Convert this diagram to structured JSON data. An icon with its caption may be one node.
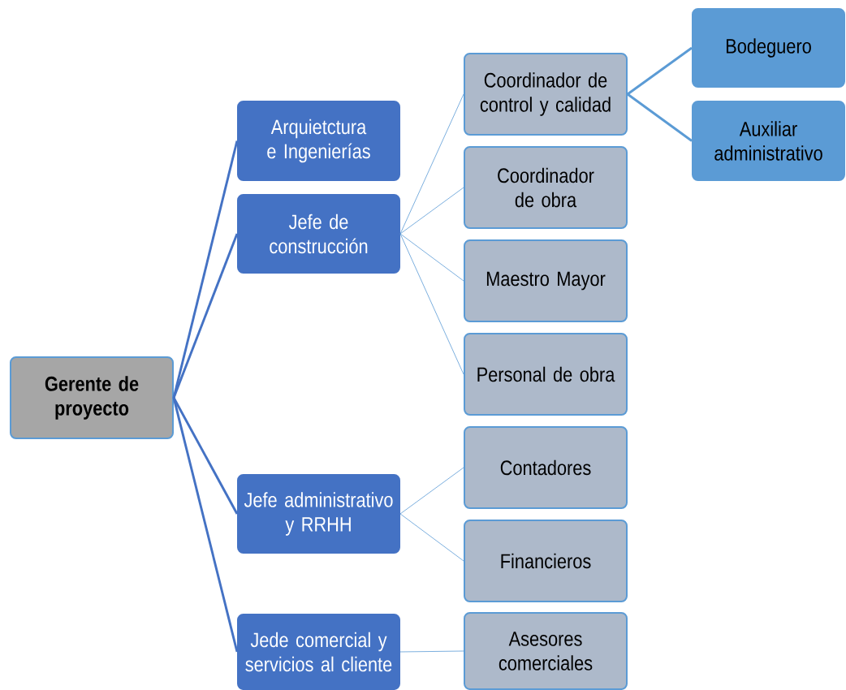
{
  "diagram": {
    "nodes": [
      {
        "text": [
          "Gerente de proyecto"
        ]
      },
      {
        "text": [
          "Arquietctura e Ingenierías"
        ]
      },
      {
        "text": [
          "Jefe de construcción"
        ]
      },
      {
        "text": [
          "Coordinador de control y calidad"
        ]
      },
      {
        "text": [
          "Bodeguero"
        ]
      },
      {
        "text": [
          "Auxiliar administrativo"
        ]
      },
      {
        "text": [
          "Coordinador de obra"
        ]
      },
      {
        "text": [
          "Maestro Mayor"
        ]
      },
      {
        "text": [
          "Personal de obra"
        ]
      },
      {
        "text": [
          "Jefe administrativo y RRHH"
        ]
      },
      {
        "text": [
          "Contadores"
        ]
      },
      {
        "text": [
          "Financieros"
        ]
      },
      {
        "text": [
          "Jede comercial y servicios al cliente"
        ]
      },
      {
        "text": [
          "Asesores comerciales"
        ]
      }
    ],
    "edges": [
      {
        "from": 0,
        "to": 1,
        "arrow": "none",
        "style": "thick",
        "color": "#4472c4"
      },
      {
        "from": 0,
        "to": 2,
        "arrow": "none",
        "style": "thick",
        "color": "#4472c4"
      },
      {
        "from": 0,
        "to": 9,
        "arrow": "none",
        "style": "thick",
        "color": "#4472c4"
      },
      {
        "from": 0,
        "to": 12,
        "arrow": "none",
        "style": "thick",
        "color": "#4472c4"
      },
      {
        "from": 2,
        "to": 3,
        "arrow": "none"
      },
      {
        "from": 2,
        "to": 6,
        "arrow": "none"
      },
      {
        "from": 2,
        "to": 7,
        "arrow": "none"
      },
      {
        "from": 2,
        "to": 8,
        "arrow": "none"
      },
      {
        "from": 3,
        "to": 4,
        "arrow": "none",
        "style": "thick"
      },
      {
        "from": 3,
        "to": 5,
        "arrow": "none",
        "style": "thick"
      },
      {
        "from": 9,
        "to": 10,
        "arrow": "none"
      },
      {
        "from": 9,
        "to": 11,
        "arrow": "none"
      },
      {
        "from": 12,
        "to": 13,
        "arrow": "none"
      }
    ]
  }
}
